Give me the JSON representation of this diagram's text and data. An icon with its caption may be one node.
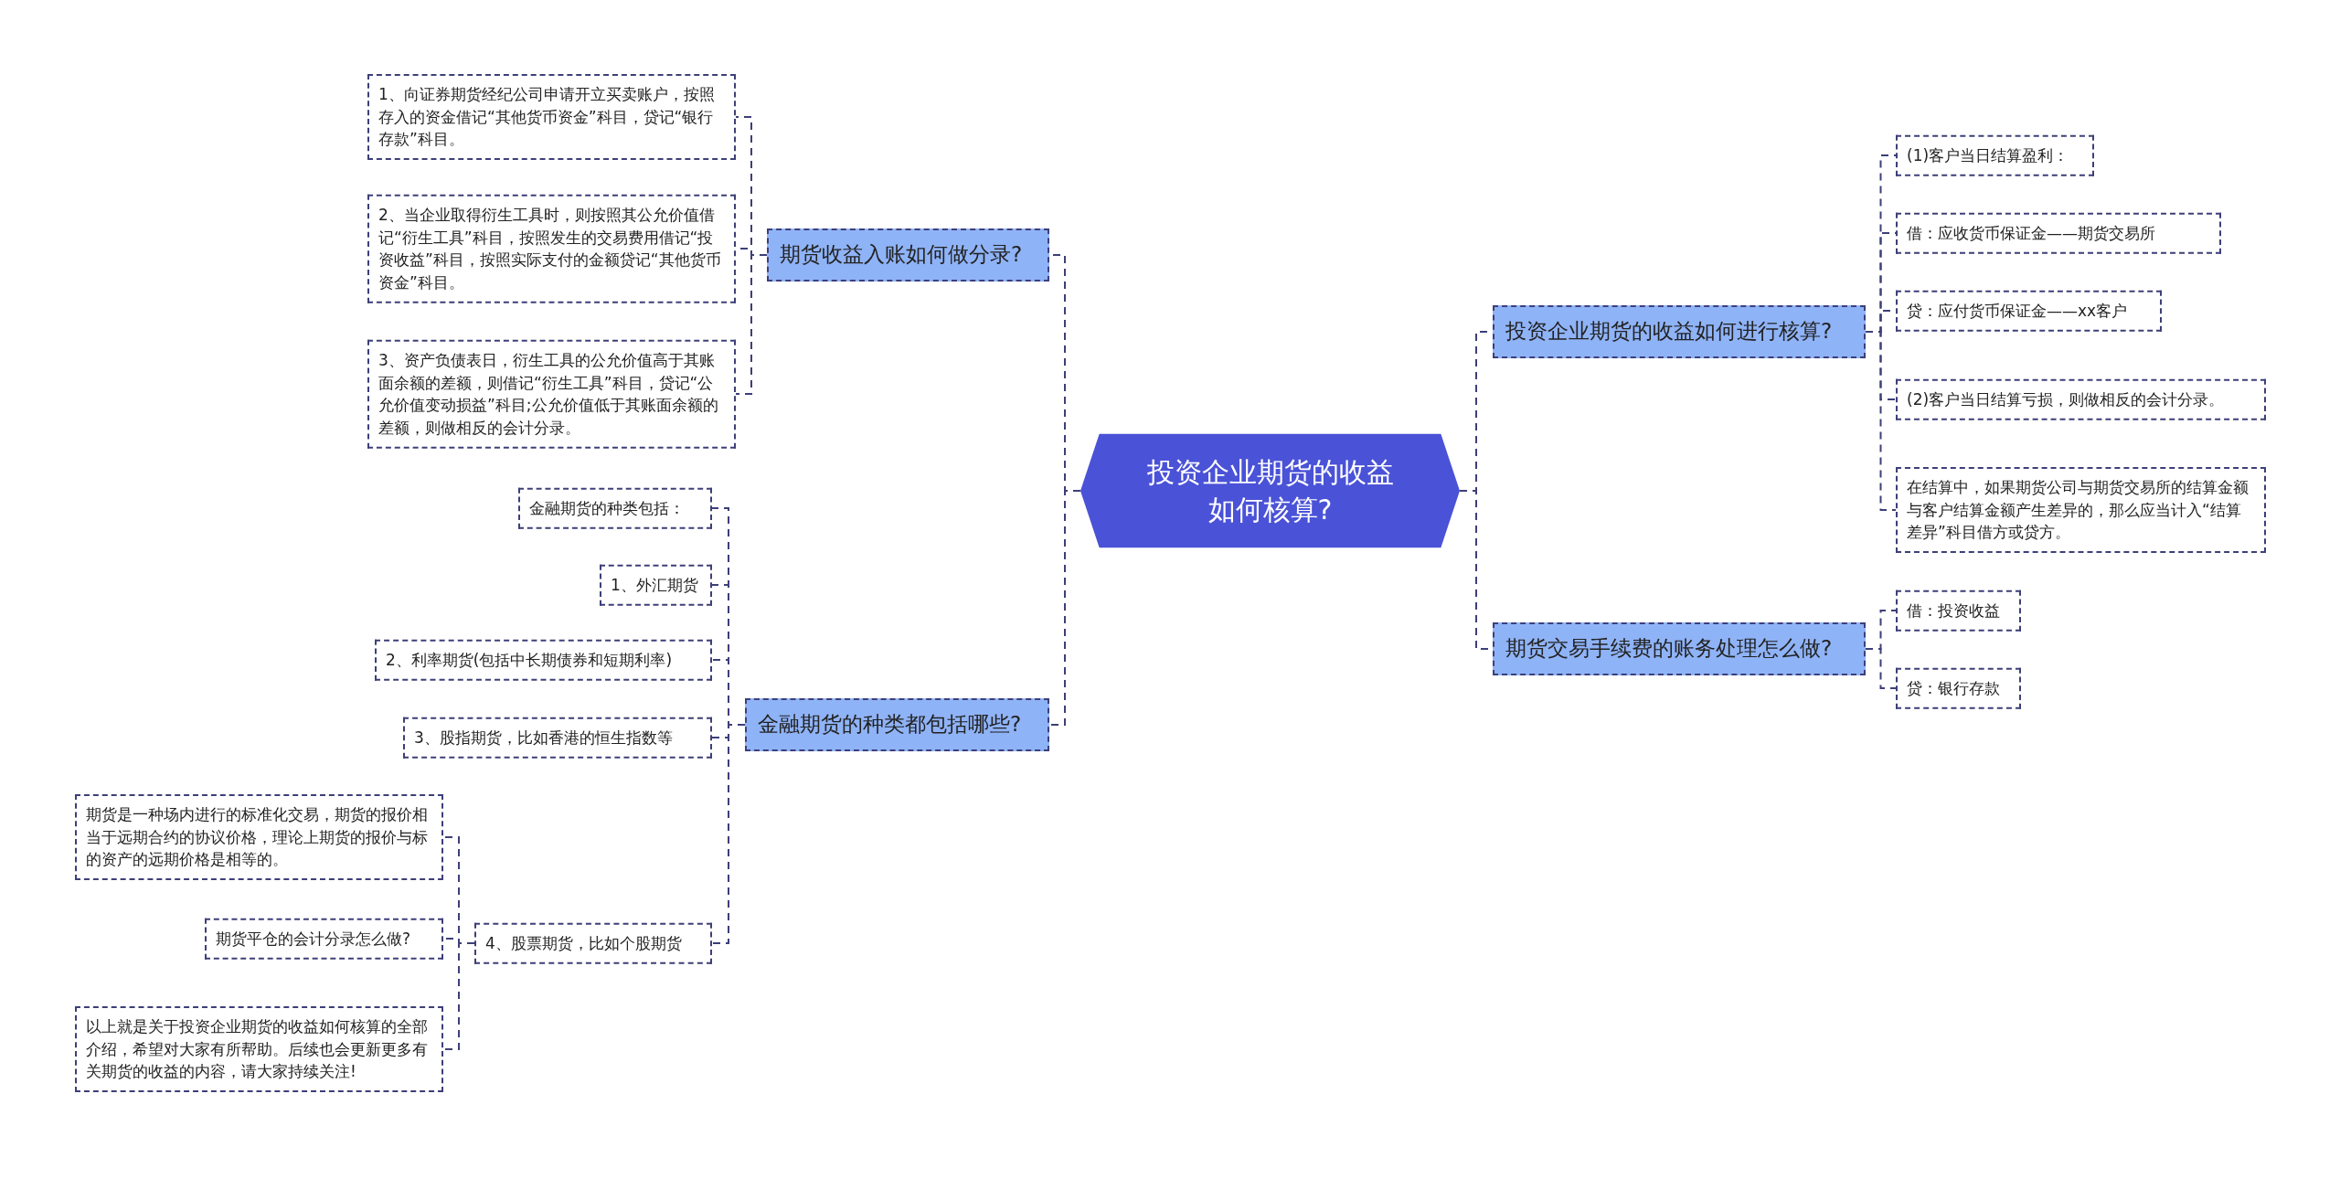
{
  "diagram": {
    "nodes": [
      {
        "text": [
          "投资企业期货的收益如何核算?"
        ]
      },
      {
        "text": [
          "期货收益入账如何做分录?"
        ]
      },
      {
        "text": [
          "1、向证券期货经纪公司申请开立买卖账户，按照存入的资金借记“其他货币资金”科目，贷记“银行存款”科目。"
        ]
      },
      {
        "text": [
          "2、当企业取得衍生工具时，则按照其公允价值借记“衍生工具”科目，按照发生的交易费用借记“投资收益”科目，按照实际支付的金额贷记“其他货币资金”科目。"
        ]
      },
      {
        "text": [
          "3、资产负债表日，衍生工具的公允价值高于其账面余额的差额，则借记“衍生工具”科目，贷记“公允价值变动损益”科目;公允价值低于其账面余额的差额，则做相反的会计分录。"
        ]
      },
      {
        "text": [
          "金融期货的种类都包括哪些?"
        ]
      },
      {
        "text": [
          "金融期货的种类包括："
        ]
      },
      {
        "text": [
          "1、外汇期货"
        ]
      },
      {
        "text": [
          "2、利率期货(包括中长期债券和短期利率)"
        ]
      },
      {
        "text": [
          "3、股指期货，比如香港的恒生指数等"
        ]
      },
      {
        "text": [
          "4、股票期货，比如个股期货"
        ]
      },
      {
        "text": [
          "期货是一种场内进行的标准化交易，期货的报价相当于远期合约的协议价格，理论上期货的报价与标的资产的远期价格是相等的。"
        ]
      },
      {
        "text": [
          "期货平仓的会计分录怎么做?"
        ]
      },
      {
        "text": [
          "以上就是关于投资企业期货的收益如何核算的全部介绍，希望对大家有所帮助。后续也会更新更多有关期货的收益的内容，请大家持续关注!"
        ]
      },
      {
        "text": [
          "投资企业期货的收益如何进行核算?"
        ]
      },
      {
        "text": [
          "(1)客户当日结算盈利："
        ]
      },
      {
        "text": [
          "借：应收货币保证金——期货交易所"
        ]
      },
      {
        "text": [
          "贷：应付货币保证金——xx客户"
        ]
      },
      {
        "text": [
          "(2)客户当日结算亏损，则做相反的会计分录。"
        ]
      },
      {
        "text": [
          "在结算中，如果期货公司与期货交易所的结算金额与客户结算金额产生差异的，那么应当计入“结算差异”科目借方或贷方。"
        ]
      },
      {
        "text": [
          "期货交易手续费的账务处理怎么做?"
        ]
      },
      {
        "text": [
          "借：投资收益"
        ]
      },
      {
        "text": [
          "贷：银行存款"
        ]
      }
    ],
    "edges": [
      {
        "from": 0,
        "to": 1,
        "arrow": "none",
        "style": "dashed"
      },
      {
        "from": 1,
        "to": 2,
        "arrow": "none",
        "style": "dashed"
      },
      {
        "from": 1,
        "to": 3,
        "arrow": "none",
        "style": "dashed"
      },
      {
        "from": 1,
        "to": 4,
        "arrow": "none",
        "style": "dashed"
      },
      {
        "from": 0,
        "to": 5,
        "arrow": "none",
        "style": "dashed"
      },
      {
        "from": 5,
        "to": 6,
        "arrow": "none",
        "style": "dashed"
      },
      {
        "from": 5,
        "to": 7,
        "arrow": "none",
        "style": "dashed"
      },
      {
        "from": 5,
        "to": 8,
        "arrow": "none",
        "style": "dashed"
      },
      {
        "from": 5,
        "to": 9,
        "arrow": "none",
        "style": "dashed"
      },
      {
        "from": 5,
        "to": 10,
        "arrow": "none",
        "style": "dashed"
      },
      {
        "from": 10,
        "to": 11,
        "arrow": "none",
        "style": "dashed"
      },
      {
        "from": 10,
        "to": 12,
        "arrow": "none",
        "style": "dashed"
      },
      {
        "from": 10,
        "to": 13,
        "arrow": "none",
        "style": "dashed"
      },
      {
        "from": 0,
        "to": 14,
        "arrow": "none",
        "style": "dashed"
      },
      {
        "from": 14,
        "to": 15,
        "arrow": "none",
        "style": "dashed"
      },
      {
        "from": 14,
        "to": 16,
        "arrow": "none",
        "style": "dashed"
      },
      {
        "from": 14,
        "to": 17,
        "arrow": "none",
        "style": "dashed"
      },
      {
        "from": 14,
        "to": 18,
        "arrow": "none",
        "style": "dashed"
      },
      {
        "from": 14,
        "to": 19,
        "arrow": "none",
        "style": "dashed"
      },
      {
        "from": 0,
        "to": 20,
        "arrow": "none",
        "style": "dashed"
      },
      {
        "from": 20,
        "to": 21,
        "arrow": "none",
        "style": "dashed"
      },
      {
        "from": 20,
        "to": 22,
        "arrow": "none",
        "style": "dashed"
      }
    ]
  }
}
